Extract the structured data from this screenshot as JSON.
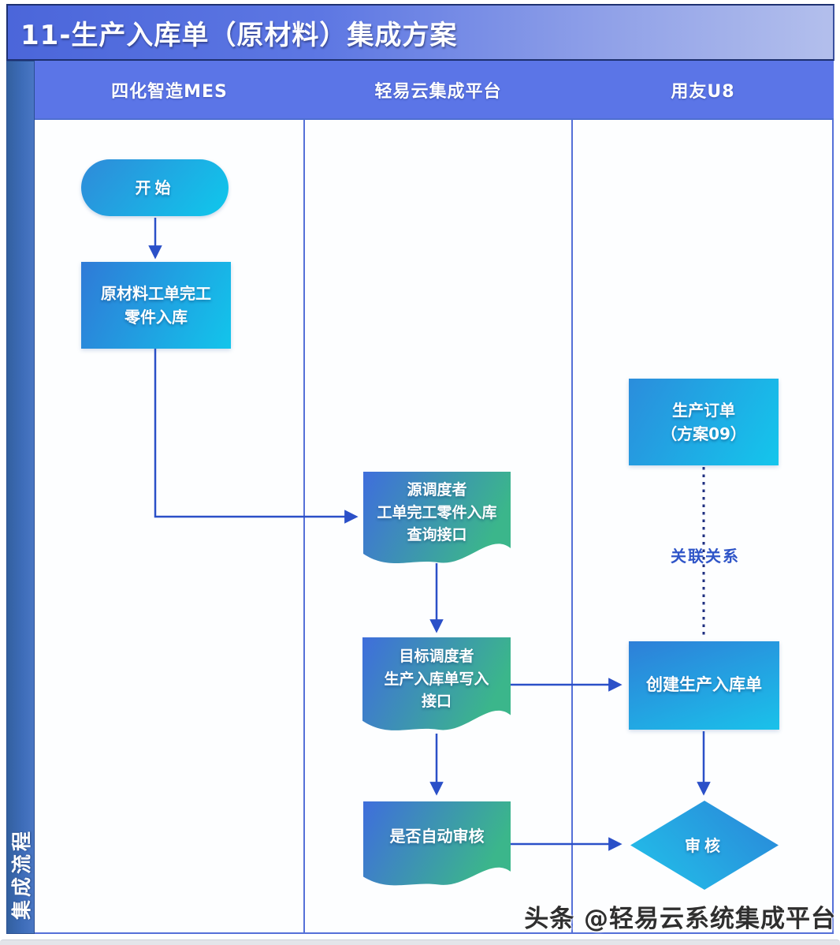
{
  "title": "11-生产入库单（原材料）集成方案",
  "sidebar": {
    "label": "集成流程"
  },
  "lanes": [
    {
      "label": "四化智造MES"
    },
    {
      "label": "轻易云集成平台"
    },
    {
      "label": "用友U8"
    }
  ],
  "nodes": {
    "start": {
      "label": "开始"
    },
    "mes_inbound": {
      "lines": [
        "原材料工单完工",
        "零件入库"
      ]
    },
    "source_dispatcher": {
      "lines": [
        "源调度者",
        "工单完工零件入库",
        "查询接口"
      ]
    },
    "target_dispatcher": {
      "lines": [
        "目标调度者",
        "生产入库单写入",
        "接口"
      ]
    },
    "auto_audit": {
      "label": "是否自动审核"
    },
    "production_order": {
      "lines": [
        "生产订单",
        "（方案09）"
      ]
    },
    "create_receipt": {
      "label": "创建生产入库单"
    },
    "audit": {
      "label": "审核"
    }
  },
  "edges": {
    "relation_label": "关联关系"
  },
  "watermark": "头条 @轻易云系统集成平台",
  "colors": {
    "title_bar_left": "#4b66da",
    "title_bar_right": "#b3bfec",
    "lane_header_band": "#5b75e7",
    "sidebar_bar": "#3d6cb8",
    "lane_divider": "#5570d8",
    "connector": "#2b50c8",
    "dotted_link": "#1e2f80",
    "node_blue": "#2f7ad7",
    "node_cyan": "#12c5eb",
    "doc_blue": "#3f6edc",
    "doc_green": "#3bb68b",
    "diamond_blue": "#2a84d8",
    "relation_text": "#2f55c8"
  }
}
